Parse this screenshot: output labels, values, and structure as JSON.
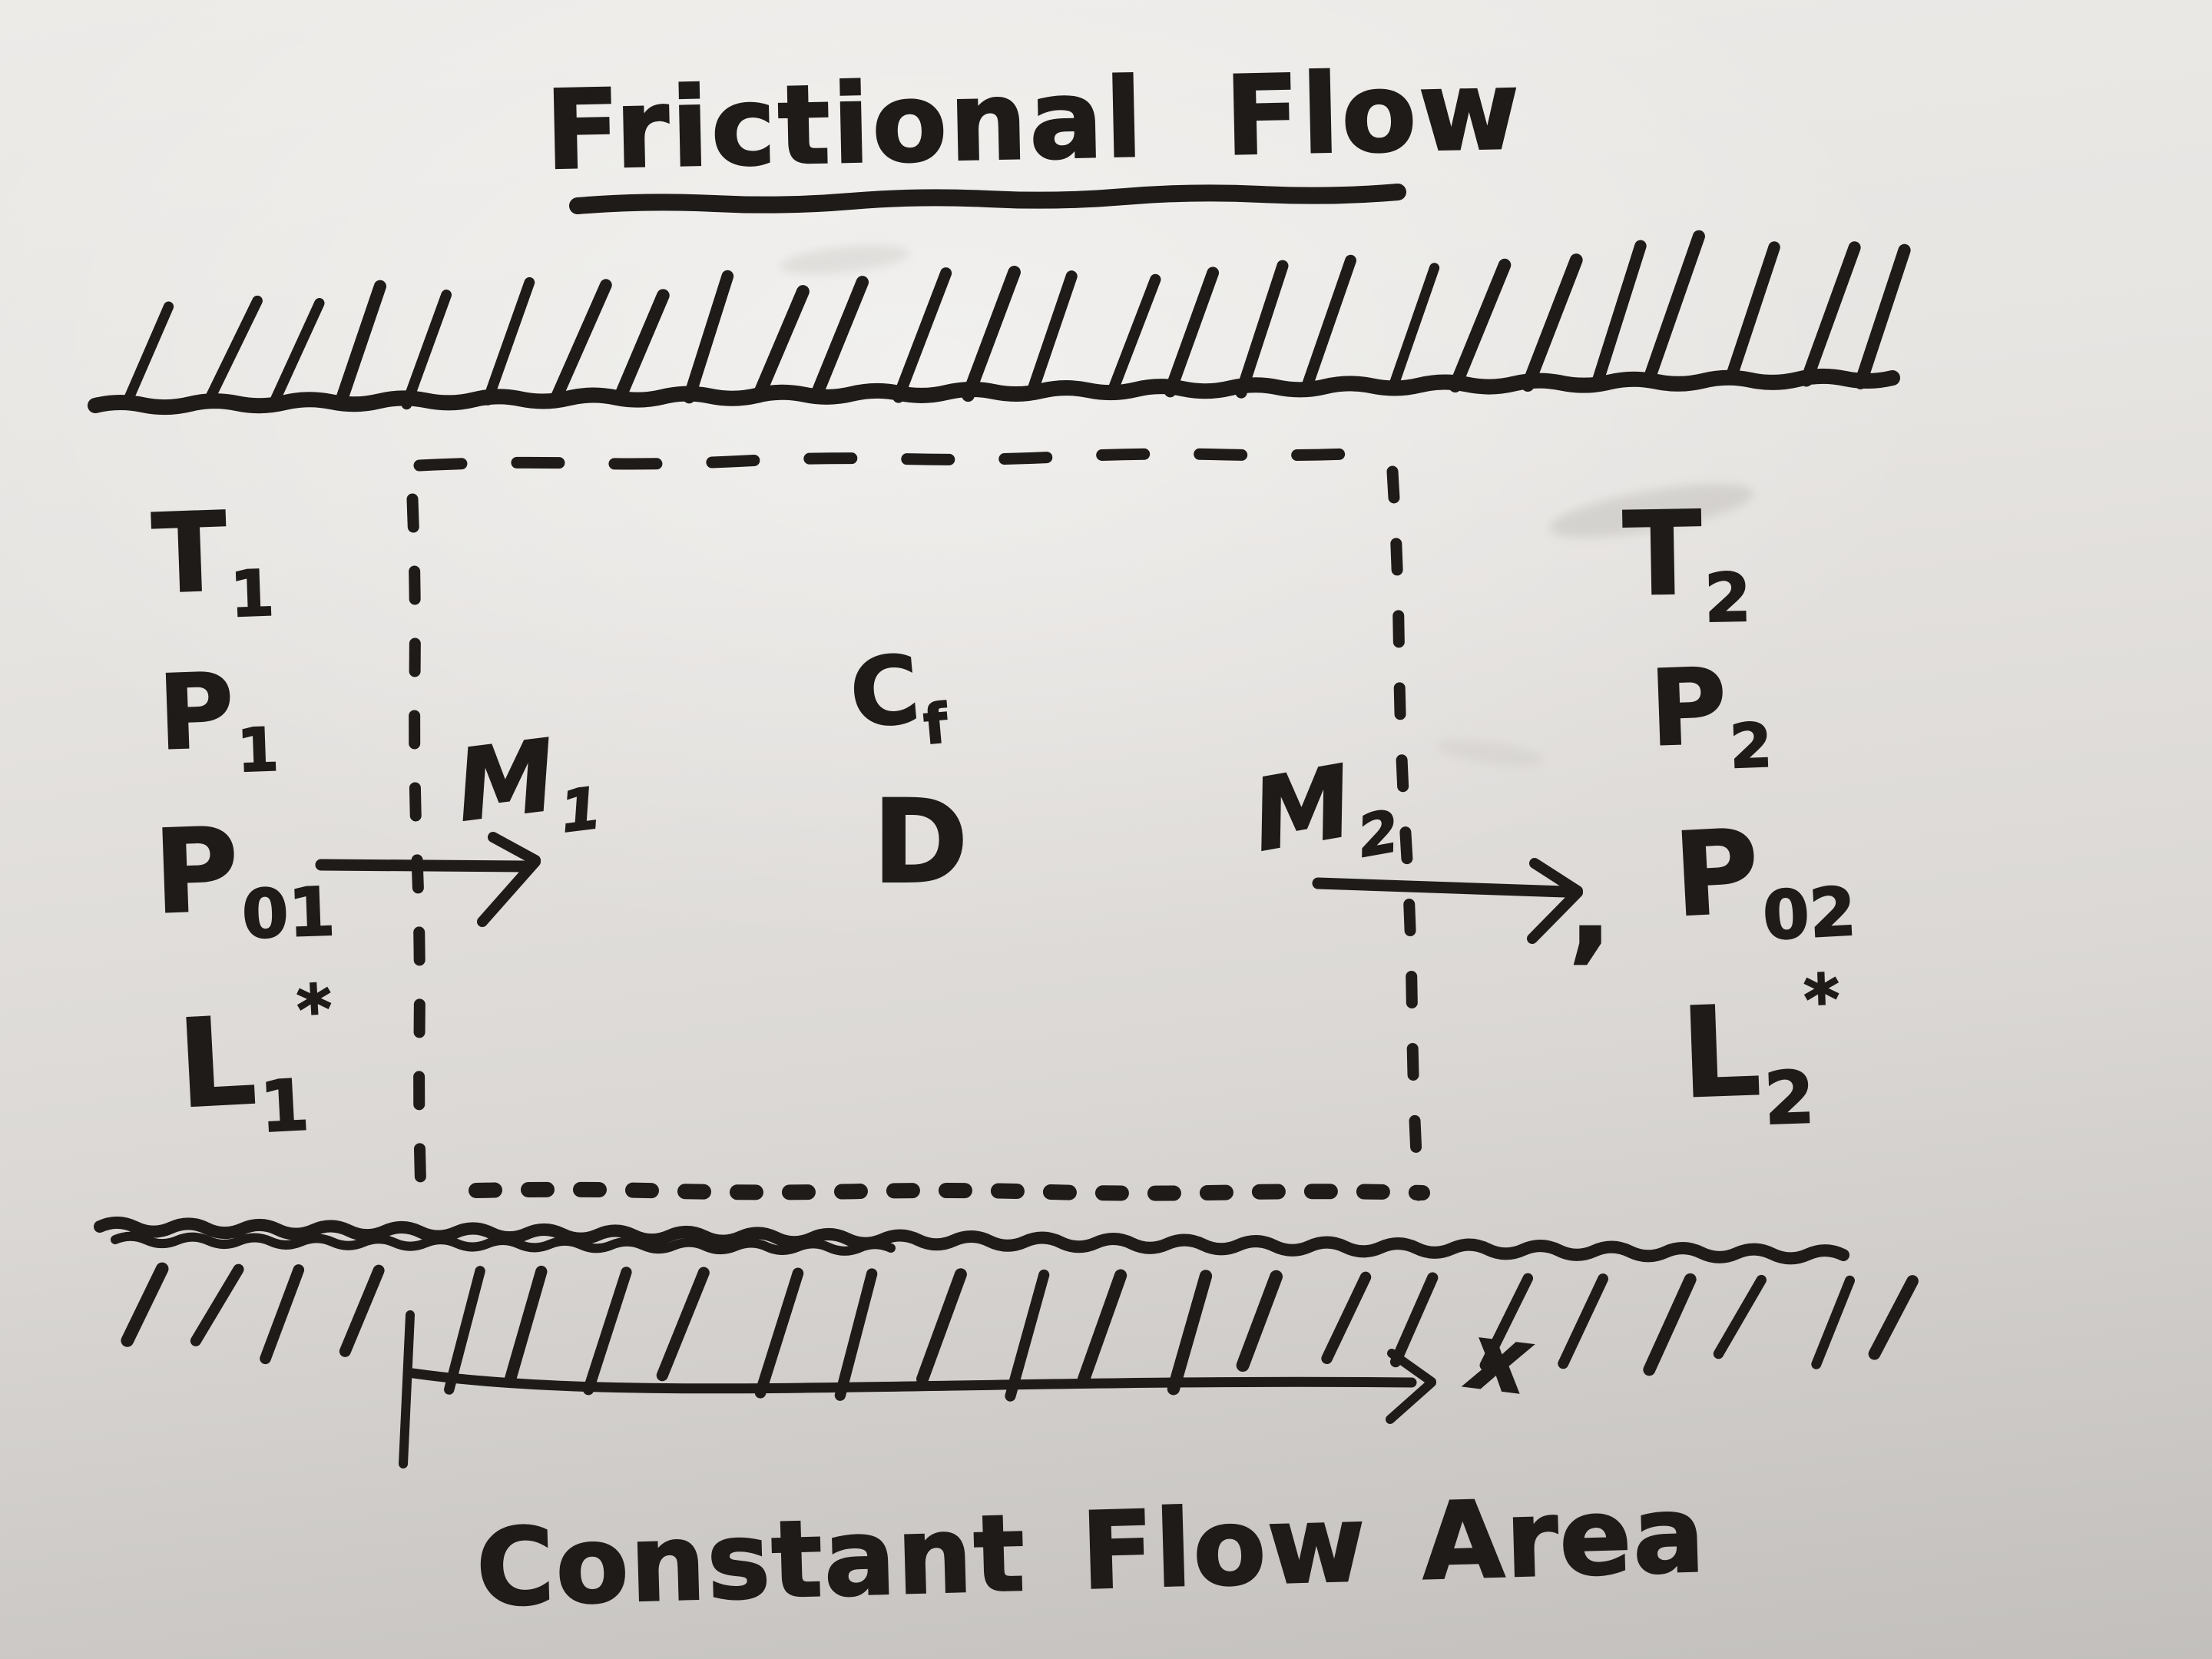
{
  "title": "Frictional Flow",
  "caption": "Constant Flow Area",
  "axis_label": "x",
  "stations": {
    "inlet": {
      "temperature": {
        "base": "T",
        "sub": "1"
      },
      "pressure": {
        "base": "P",
        "sub": "1"
      },
      "stagnation_pressure": {
        "base": "P",
        "sub": "01"
      },
      "sonic_length": {
        "base": "L",
        "sub": "1",
        "sup": "*"
      },
      "mach": {
        "base": "M",
        "sub": "1"
      }
    },
    "outlet": {
      "temperature": {
        "base": "T",
        "sub": "2"
      },
      "pressure": {
        "base": "P",
        "sub": "2"
      },
      "stagnation_pressure": {
        "base": "P",
        "sub": "02"
      },
      "sonic_length": {
        "base": "L",
        "sub": "2",
        "sup": "*"
      },
      "mach": {
        "base": "M",
        "sub": "2"
      },
      "comma": ","
    }
  },
  "duct": {
    "friction_coefficient": {
      "base": "C",
      "sub": "f"
    },
    "diameter": {
      "base": "D"
    }
  },
  "colors": {
    "ink": "#1e1b19",
    "board_light": "#edebe8",
    "board_dark": "#c2bfbc",
    "smudge": "#b9b6b2"
  }
}
